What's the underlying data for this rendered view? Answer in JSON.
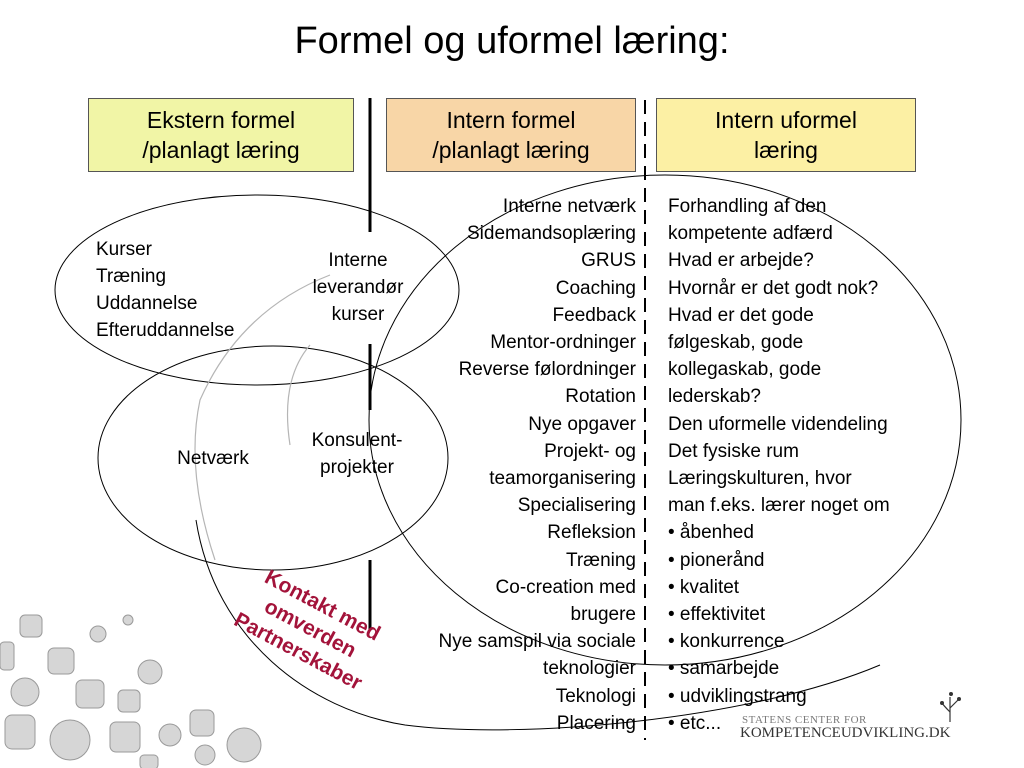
{
  "title": "Formel og uformel læring:",
  "headers": {
    "external_formal": [
      "Ekstern formel",
      "/planlagt læring"
    ],
    "internal_formal": [
      "Intern formel",
      "/planlagt læring"
    ],
    "internal_informal": [
      "Intern uformel",
      "læring"
    ]
  },
  "external_list": [
    "Kurser",
    "Træning",
    "Uddannelse",
    "Efteruddannelse"
  ],
  "interne_leverandor": [
    "Interne",
    "leverandør",
    "kurser"
  ],
  "netvaerk": "Netværk",
  "konsulent": [
    "Konsulent-",
    "projekter"
  ],
  "kontakt": [
    "Kontakt med",
    "omverden",
    "Partnerskaber"
  ],
  "internal_formal_list": [
    "Interne netværk",
    "Sidemandsoplæring",
    "GRUS",
    "Coaching",
    "Feedback",
    "Mentor-ordninger",
    "Reverse følordninger",
    "Rotation",
    "Nye opgaver",
    "Projekt- og",
    "teamorganisering",
    "Specialisering",
    "Refleksion",
    "Træning",
    "Co-creation med",
    "brugere",
    "Nye samspil via sociale",
    "teknologier",
    "Teknologi",
    "Placering"
  ],
  "internal_informal_list": [
    "Forhandling af den",
    "kompetente adfærd",
    "Hvad er arbejde?",
    "Hvornår er det godt nok?",
    "Hvad er det gode",
    "følgeskab, gode",
    "kollegaskab, gode",
    "lederskab?",
    "Den uformelle videndeling",
    "Det fysiske rum",
    "Læringskulturen, hvor",
    "man f.eks. lærer noget om",
    "• åbenhed",
    "• pionerånd",
    "• kvalitet",
    "• effektivitet",
    "• konkurrence",
    "• samarbejde",
    "• udviklingstrang",
    "• etc..."
  ],
  "logo": {
    "top": "STATENS CENTER FOR",
    "main": "KOMPETENCEUDVIKLING.DK"
  },
  "colors": {
    "external_box": "#f1f5a6",
    "internal_formal_box": "#f8d6a7",
    "internal_informal_box": "#fcf0a4",
    "kontakt_text": "#a3133a",
    "decor_shapes": "#d4d4d4"
  }
}
